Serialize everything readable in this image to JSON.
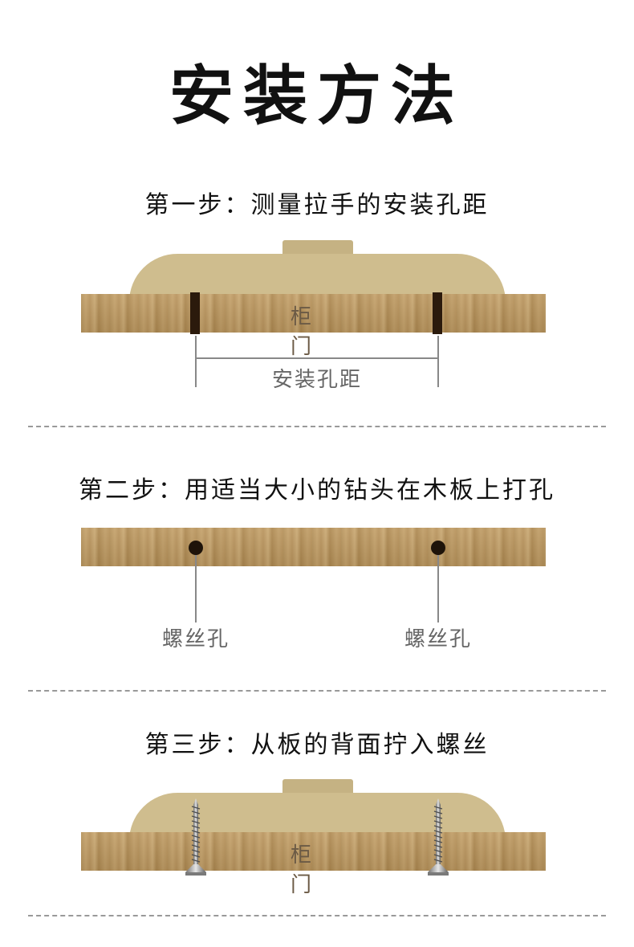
{
  "title": "安装方法",
  "steps": [
    {
      "heading": "第一步：测量拉手的安装孔距",
      "door_label": "柜门",
      "dimension_label": "安装孔距"
    },
    {
      "heading": "第二步：用适当大小的钻头在木板上打孔",
      "hole_labels": [
        "螺丝孔",
        "螺丝孔"
      ]
    },
    {
      "heading": "第三步：从板的背面拧入螺丝",
      "door_label": "柜门"
    }
  ],
  "colors": {
    "handle": "#cfbd8e",
    "wood": "#b5925b",
    "slot": "#2b1a0c"
  }
}
